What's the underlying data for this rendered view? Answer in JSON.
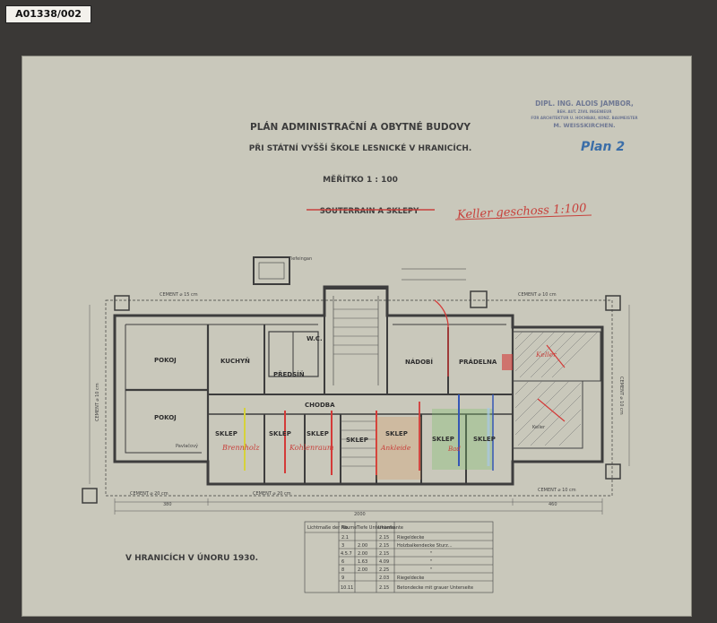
{
  "archive_id": "A01338/002",
  "title": {
    "line1": "PLÁN ADMINISTRAČNÍ A OBYTNÉ BUDOVY",
    "line2": "PŘI STÁTNÍ VYŠŠÍ ŠKOLE LESNICKÉ V HRANICÍCH.",
    "scale": "MĚŘÍTKO 1 : 100",
    "floor_struck": "SOUTERRAIN A SKLEPY",
    "floor_annotation": "Keller geschoss 1:100"
  },
  "stamp": {
    "line1": "DIPL. ING. ALOIS JAMBOR,",
    "line2": "BEH. AUT. ZIVIL INGENIEUR",
    "line3": "FÜR ARCHITEKTUR U. HOCHBAU, KONZ. BAUMEISTER",
    "line4": "M. WEISSKIRCHEN."
  },
  "plan_number": "Plan 2",
  "rooms": {
    "pokoj_top": "POKOJ",
    "pokoj_bottom": "POKOJ",
    "kuchyn": "KUCHYŇ",
    "predsin": "PŘEDSÍŇ",
    "nadobi": "NÁDOBÍ",
    "pradelna": "PRÁDELNA",
    "chodba": "CHODBA",
    "sklep1": "SKLEP",
    "sklep2": "SKLEP",
    "sklep3": "SKLEP",
    "sklep4": "SKLEP",
    "sklep5": "SKLEP",
    "sklep6": "SKLEP",
    "wc": "W.C.",
    "keller": "Keller",
    "keller_hand": "Keller",
    "stiege": "Tiefeingan",
    "balkon": "Pavlačový"
  },
  "handwriting": {
    "brennholz": "Brennholz",
    "kohlenraum": "Kohlenraum",
    "ankleide": "Ankleide",
    "bad": "Bad"
  },
  "dimensions": {
    "cement_left": "CEMENT ⌀ 15 cm",
    "cement_right": "CEMENT ⌀ 10 cm",
    "cement_bottom_left": "CEMENT ⌀ 20 cm",
    "cement_bottom_mid": "CEMENT ⌀ 20 cm",
    "cement_bottom_right": "CEMENT ⌀ 10 cm",
    "cement_side_left": "CEMENT ⌀ 10 cm",
    "cement_side_right": "CEMENT ⌀ 10 cm",
    "total_width": "2000",
    "dim_380": "380",
    "dim_460": "460"
  },
  "place_date": "V HRANICÍCH V ÚNORU 1930.",
  "table": {
    "header": [
      "Lichtmaße der Räume",
      "No.",
      "Tiefe Unterkante",
      "Unterkante",
      ""
    ],
    "rows": [
      [
        "",
        "2.1",
        "",
        "2.15",
        "Riegeldecke"
      ],
      [
        "",
        "3",
        "2.00",
        "2.15",
        "Holzbalkendecke Sturz..."
      ],
      [
        "",
        "4.5.7",
        "2.00",
        "2.15",
        "\""
      ],
      [
        "",
        "6",
        "1.63",
        "4.09",
        "\""
      ],
      [
        "",
        "8",
        "2.00",
        "2.25",
        "\""
      ],
      [
        "",
        "9",
        "",
        "2.03",
        "Riegeldecke"
      ],
      [
        "",
        "10.11",
        "",
        "2.15",
        "Betondecke mit grauer Unterseite"
      ]
    ]
  }
}
